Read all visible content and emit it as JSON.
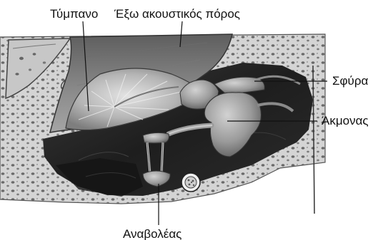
{
  "labels": {
    "tympanum": "Τύμπανο",
    "ear_canal": "Έξω ακουστικός πόρος",
    "hammer": "Σφύρα",
    "anvil": "Άκμονας",
    "stirrup": "Αναβολέας"
  },
  "colors": {
    "bone_light": "#d6d6d6",
    "bone_pores": "#6a6a6a",
    "cavity_dark": "#2a2a2a",
    "canal_gray": "#8e8e8e",
    "membrane": "#b8b8b8",
    "ossicle": "#a9a9a9",
    "leader_line": "#111111"
  }
}
